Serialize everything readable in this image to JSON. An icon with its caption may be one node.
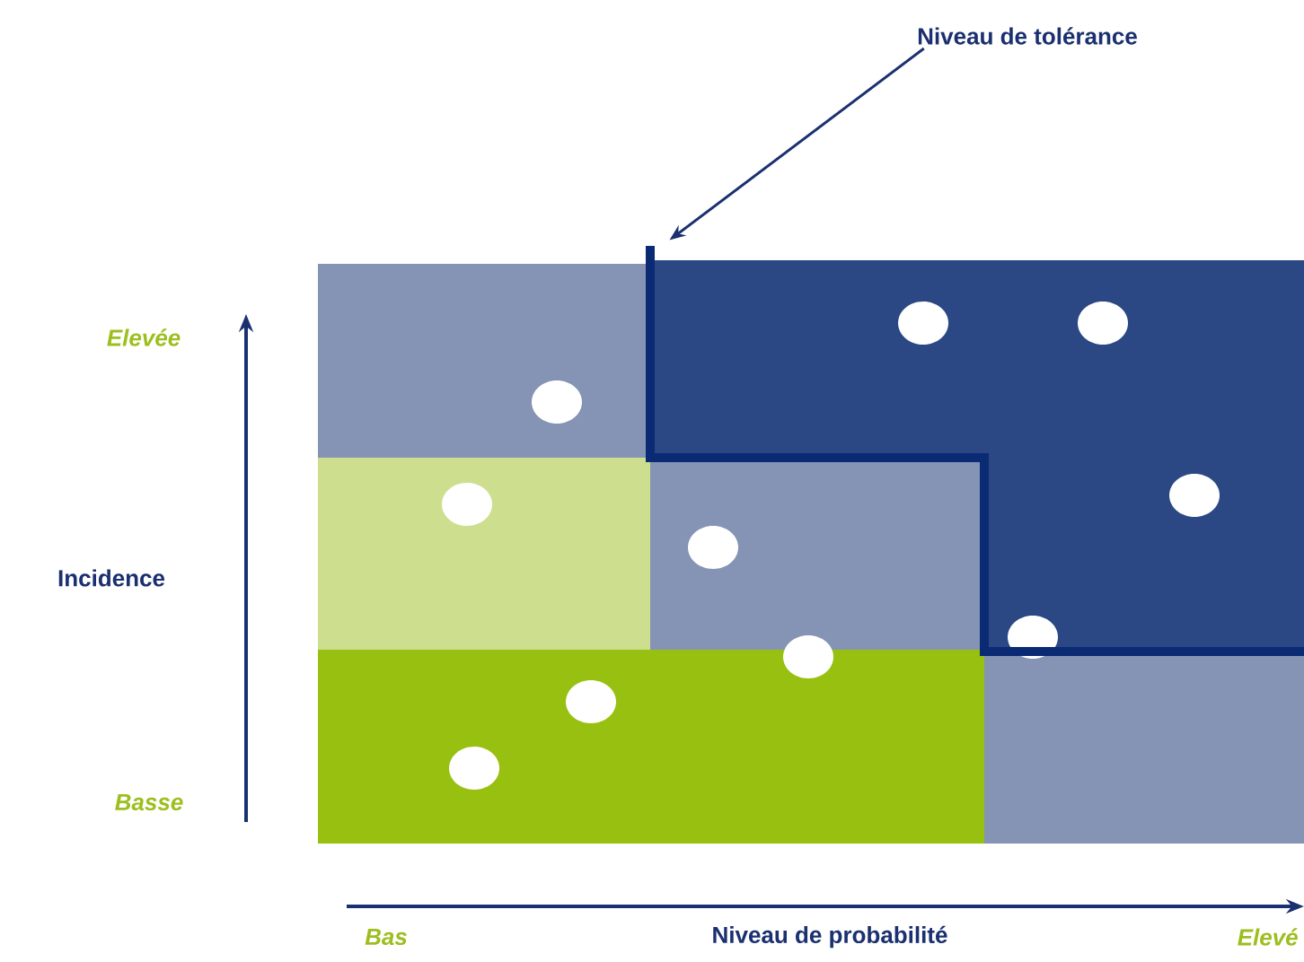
{
  "diagram": {
    "nodes": [
      {
        "text": [
          "Niveau de tolérance"
        ]
      },
      {
        "text": [],
        "shape": "line"
      }
    ],
    "edges": [
      {
        "from": 0,
        "to": 1,
        "arrow": "to"
      }
    ],
    "labels": [
      "Elevée",
      "Incidence",
      "Basse",
      "Bas",
      "Niveau de probabilité",
      "Elevé"
    ]
  }
}
